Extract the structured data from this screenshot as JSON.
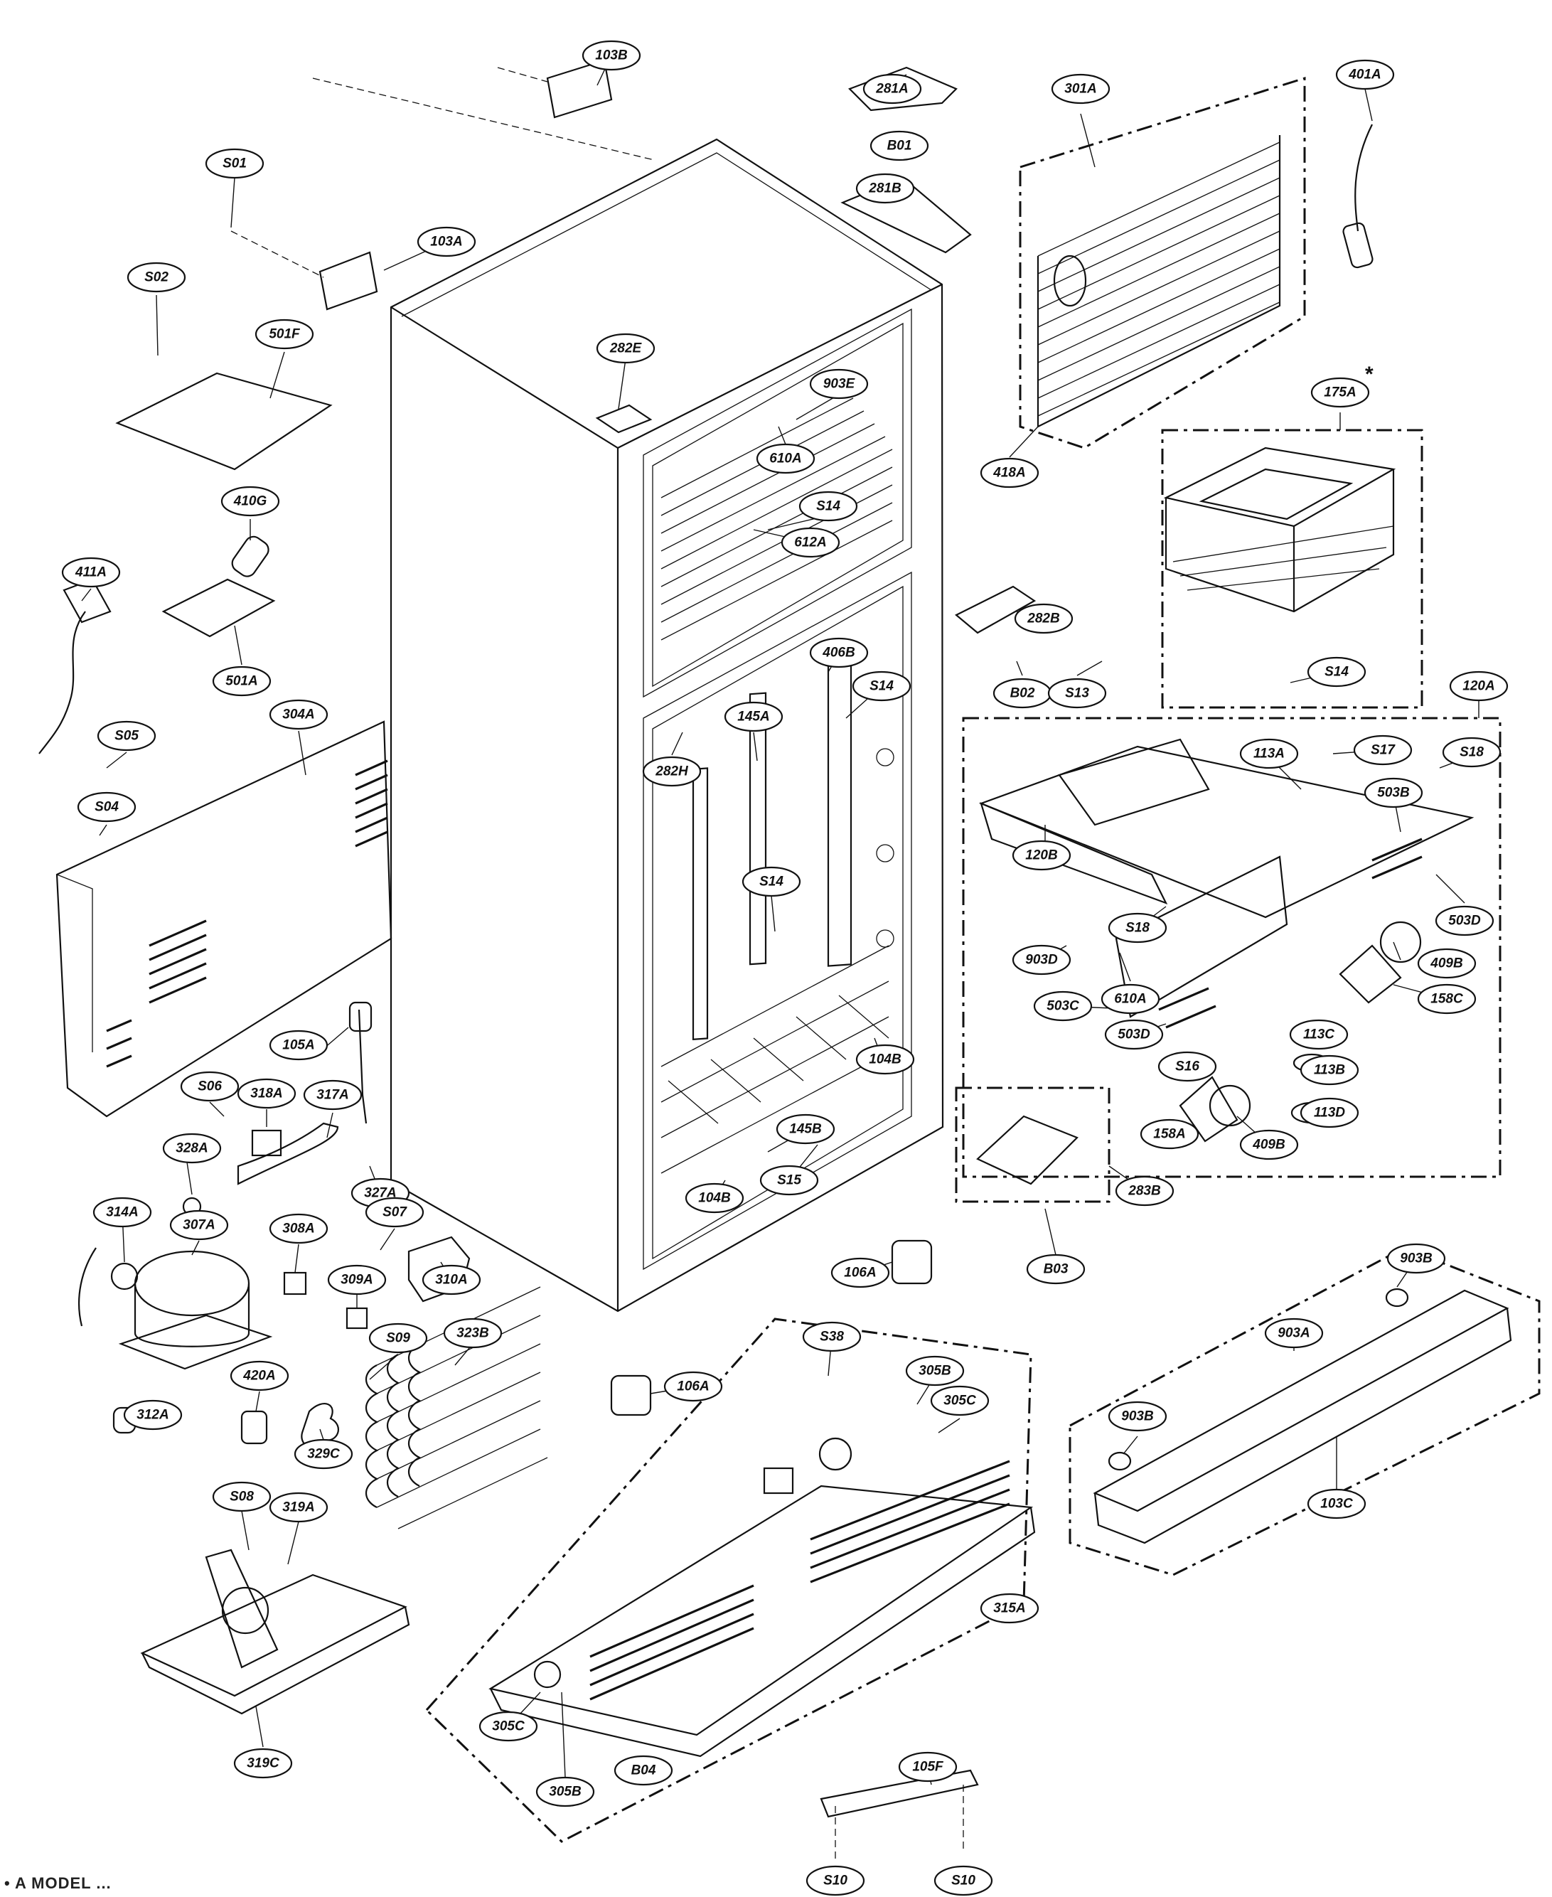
{
  "footer_text": "• A MODEL ...",
  "asterisk_mark": "*",
  "labels": [
    {
      "id": "103B"
    },
    {
      "id": "S01"
    },
    {
      "id": "103A"
    },
    {
      "id": "S02"
    },
    {
      "id": "501F"
    },
    {
      "id": "410G"
    },
    {
      "id": "411A"
    },
    {
      "id": "501A"
    },
    {
      "id": "S05"
    },
    {
      "id": "304A"
    },
    {
      "id": "S04"
    },
    {
      "id": "105A"
    },
    {
      "id": "S06"
    },
    {
      "id": "318A"
    },
    {
      "id": "317A"
    },
    {
      "id": "328A"
    },
    {
      "id": "327A"
    },
    {
      "id": "314A"
    },
    {
      "id": "307A"
    },
    {
      "id": "308A"
    },
    {
      "id": "S07"
    },
    {
      "id": "310A"
    },
    {
      "id": "309A"
    },
    {
      "id": "312A"
    },
    {
      "id": "420A"
    },
    {
      "id": "S09"
    },
    {
      "id": "323B"
    },
    {
      "id": "329C"
    },
    {
      "id": "S08"
    },
    {
      "id": "319A"
    },
    {
      "id": "319C"
    },
    {
      "id": "282E"
    },
    {
      "id": "903E"
    },
    {
      "id": "610A"
    },
    {
      "id": "S14"
    },
    {
      "id": "612A"
    },
    {
      "id": "406B"
    },
    {
      "id": "S14"
    },
    {
      "id": "282H"
    },
    {
      "id": "145A"
    },
    {
      "id": "S14"
    },
    {
      "id": "104B"
    },
    {
      "id": "145B"
    },
    {
      "id": "S15"
    },
    {
      "id": "104B"
    },
    {
      "id": "106A"
    },
    {
      "id": "106A"
    },
    {
      "id": "281A"
    },
    {
      "id": "B01"
    },
    {
      "id": "281B"
    },
    {
      "id": "301A"
    },
    {
      "id": "401A"
    },
    {
      "id": "418A"
    },
    {
      "id": "175A"
    },
    {
      "id": "S14"
    },
    {
      "id": "282B"
    },
    {
      "id": "B02"
    },
    {
      "id": "S13"
    },
    {
      "id": "120A"
    },
    {
      "id": "113A"
    },
    {
      "id": "S17"
    },
    {
      "id": "S18"
    },
    {
      "id": "503B"
    },
    {
      "id": "120B"
    },
    {
      "id": "S18"
    },
    {
      "id": "503D"
    },
    {
      "id": "903D"
    },
    {
      "id": "610A"
    },
    {
      "id": "409B"
    },
    {
      "id": "158C"
    },
    {
      "id": "503C"
    },
    {
      "id": "503D"
    },
    {
      "id": "113C"
    },
    {
      "id": "S16"
    },
    {
      "id": "113B"
    },
    {
      "id": "158A"
    },
    {
      "id": "409B"
    },
    {
      "id": "113D"
    },
    {
      "id": "283B"
    },
    {
      "id": "B03"
    },
    {
      "id": "903B"
    },
    {
      "id": "903A"
    },
    {
      "id": "903B"
    },
    {
      "id": "103C"
    },
    {
      "id": "S38"
    },
    {
      "id": "305B"
    },
    {
      "id": "305C"
    },
    {
      "id": "315A"
    },
    {
      "id": "305C"
    },
    {
      "id": "305B"
    },
    {
      "id": "B04"
    },
    {
      "id": "105F"
    },
    {
      "id": "S10"
    },
    {
      "id": "S10"
    }
  ]
}
